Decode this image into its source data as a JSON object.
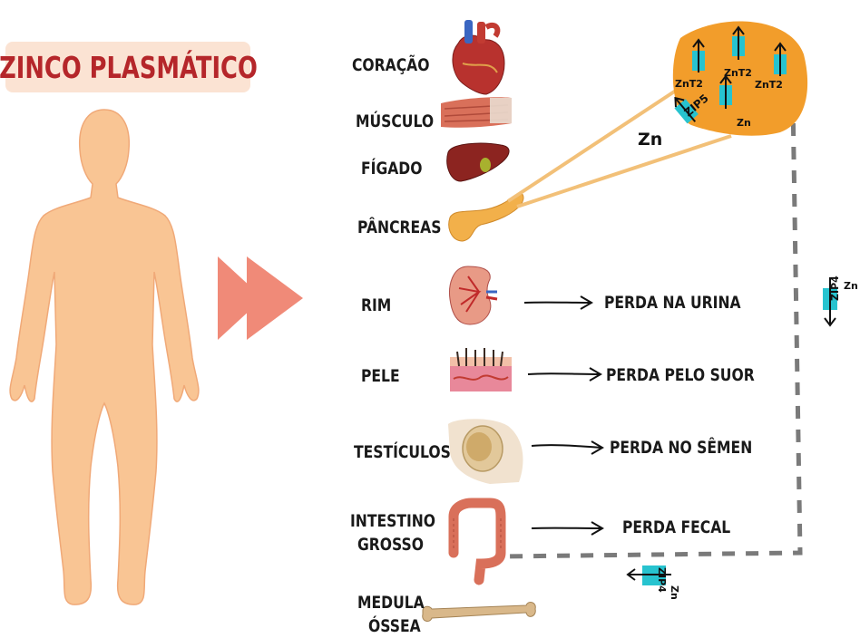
{
  "title": "ZINCO PLASMÁTICO",
  "organs": [
    {
      "label": "CORAÇÃO",
      "icon": "heart-icon"
    },
    {
      "label": "MÚSCULO",
      "icon": "muscle-icon"
    },
    {
      "label": "FÍGADO",
      "icon": "liver-icon"
    },
    {
      "label": "PÂNCREAS",
      "icon": "pancreas-icon"
    },
    {
      "label": "RIM",
      "icon": "kidney-icon"
    },
    {
      "label": "PELE",
      "icon": "skin-icon"
    },
    {
      "label": "TESTÍCULOS",
      "icon": "testicle-icon"
    },
    {
      "label": "INTESTINO",
      "label2": "GROSSO",
      "icon": "intestine-icon"
    },
    {
      "label": "MEDULA",
      "label2": "ÓSSEA",
      "icon": "bone-icon"
    }
  ],
  "losses": {
    "urine": "PERDA NA URINA",
    "sweat": "PERDA PELO SUOR",
    "semen": "PERDA NO SÊMEN",
    "fecal": "PERDA FECAL"
  },
  "cell": {
    "zn": "Zn",
    "znt2": "ZnT2",
    "zip5": "ZIP5",
    "zn_inside": "Zn"
  },
  "transporters": {
    "zip4": "ZIP4",
    "zn": "Zn"
  },
  "colors": {
    "title_bg": "#fbe3d3",
    "title_text": "#b5262a",
    "body": "#f9c594",
    "arrow": "#f08a78",
    "cell": "#f29d2b",
    "transporter": "#27c3cf",
    "dashed": "#7a7a7a"
  }
}
